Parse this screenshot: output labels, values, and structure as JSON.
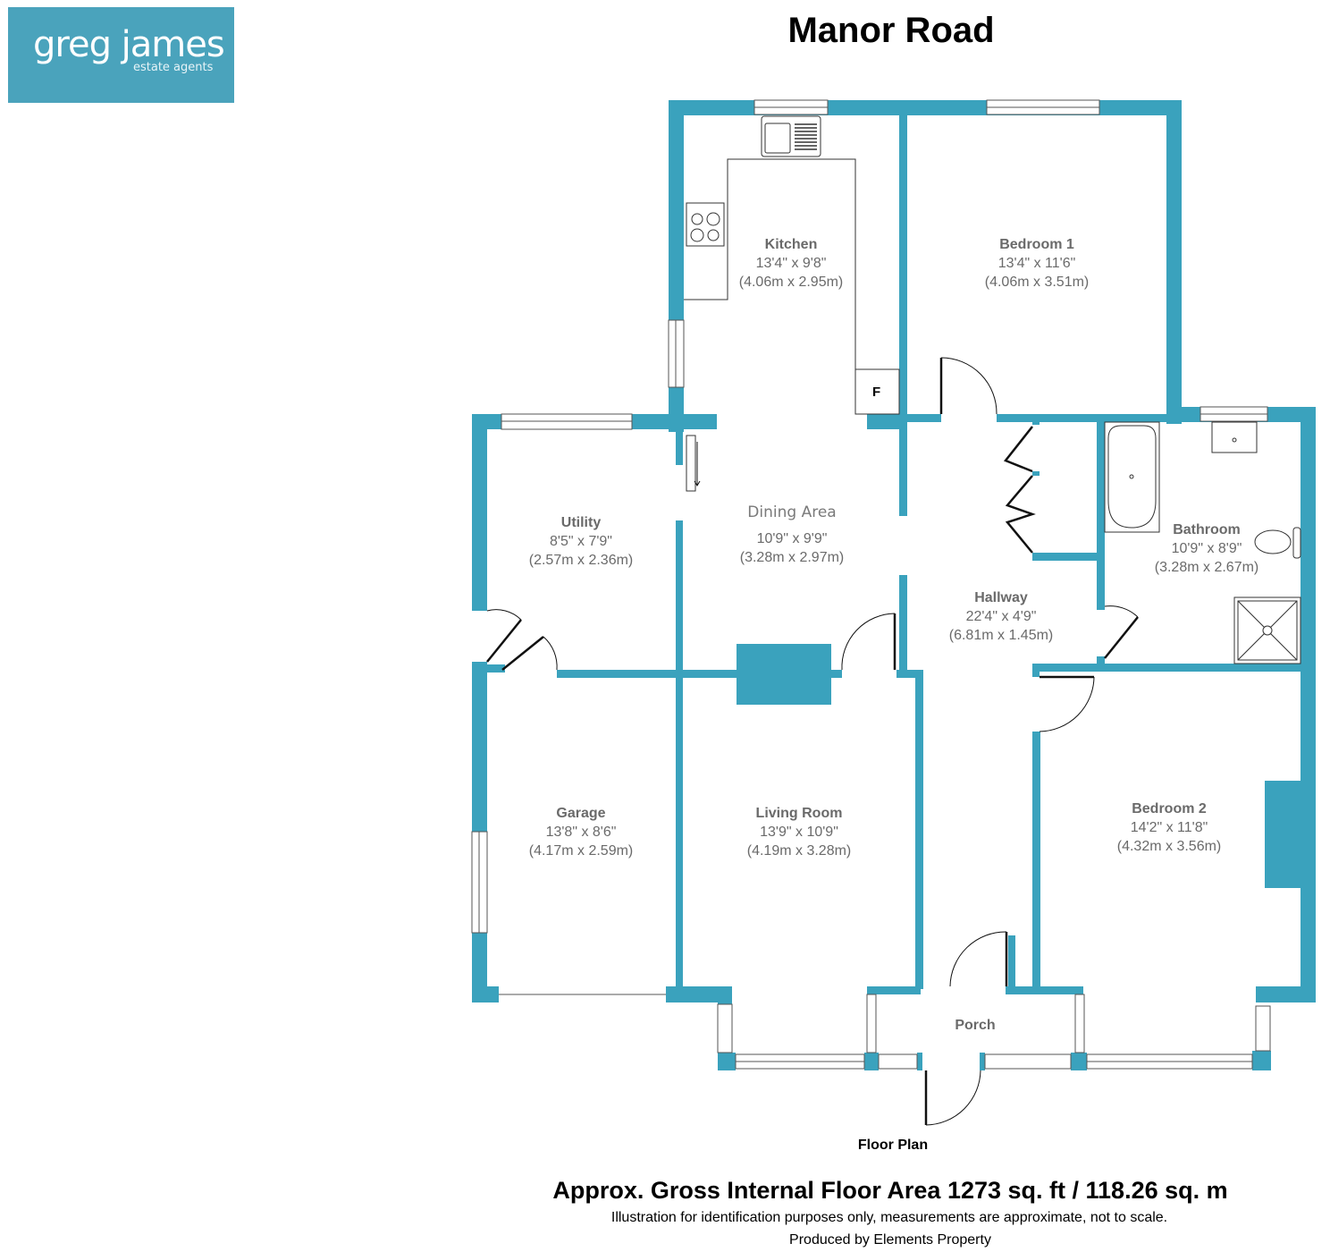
{
  "brand": {
    "name": "greg james",
    "tagline": "estate agents",
    "color": "#4aa3bc"
  },
  "plan": {
    "title": "Manor Road",
    "wall_color": "#3aa2bd",
    "label": "Floor Plan",
    "fridge_label": "F",
    "rooms": [
      {
        "id": "kitchen",
        "name": "Kitchen",
        "imperial": "13'4\" x 9'8\"",
        "metric": "(4.06m x 2.95m)"
      },
      {
        "id": "bedroom1",
        "name": "Bedroom 1",
        "imperial": "13'4\" x 11'6\"",
        "metric": "(4.06m x 3.51m)"
      },
      {
        "id": "utility",
        "name": "Utility",
        "imperial": "8'5\" x 7'9\"",
        "metric": "(2.57m x 2.36m)"
      },
      {
        "id": "dining",
        "name": "Dining Area",
        "imperial": "10'9\" x 9'9\"",
        "metric": "(3.28m x 2.97m)"
      },
      {
        "id": "bathroom",
        "name": "Bathroom",
        "imperial": "10'9\" x 8'9\"",
        "metric": "(3.28m x 2.67m)"
      },
      {
        "id": "hallway",
        "name": "Hallway",
        "imperial": "22'4\" x 4'9\"",
        "metric": "(6.81m x 1.45m)"
      },
      {
        "id": "garage",
        "name": "Garage",
        "imperial": "13'8\" x 8'6\"",
        "metric": "(4.17m x 2.59m)"
      },
      {
        "id": "living",
        "name": "Living Room",
        "imperial": "13'9\" x 10'9\"",
        "metric": "(4.19m x 3.28m)"
      },
      {
        "id": "bedroom2",
        "name": "Bedroom 2",
        "imperial": "14'2\" x 11'8\"",
        "metric": "(4.32m x 3.56m)"
      },
      {
        "id": "porch",
        "name": "Porch",
        "imperial": "",
        "metric": ""
      }
    ]
  },
  "footer": {
    "area": "Approx. Gross Internal Floor Area 1273 sq. ft / 118.26 sq. m",
    "disclaimer": "Illustration for identification purposes only, measurements are approximate, not to scale.",
    "producer": "Produced by Elements Property"
  }
}
